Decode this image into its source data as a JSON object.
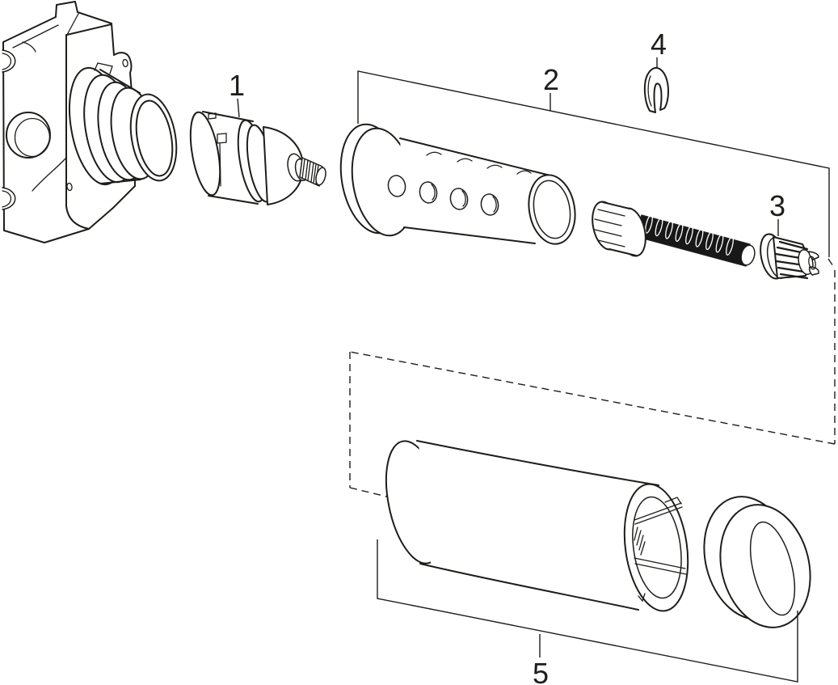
{
  "figure": {
    "type": "exploded-parts-diagram",
    "background_color": "#ffffff",
    "line_color": "#1d1d1b",
    "callouts": [
      {
        "label": "1",
        "part": "cartridge"
      },
      {
        "label": "2",
        "part": "extension-sleeve-set"
      },
      {
        "label": "3",
        "part": "spline-adapter"
      },
      {
        "label": "4",
        "part": "retaining-clip"
      },
      {
        "label": "5",
        "part": "trim-sleeve-and-ring"
      }
    ]
  }
}
